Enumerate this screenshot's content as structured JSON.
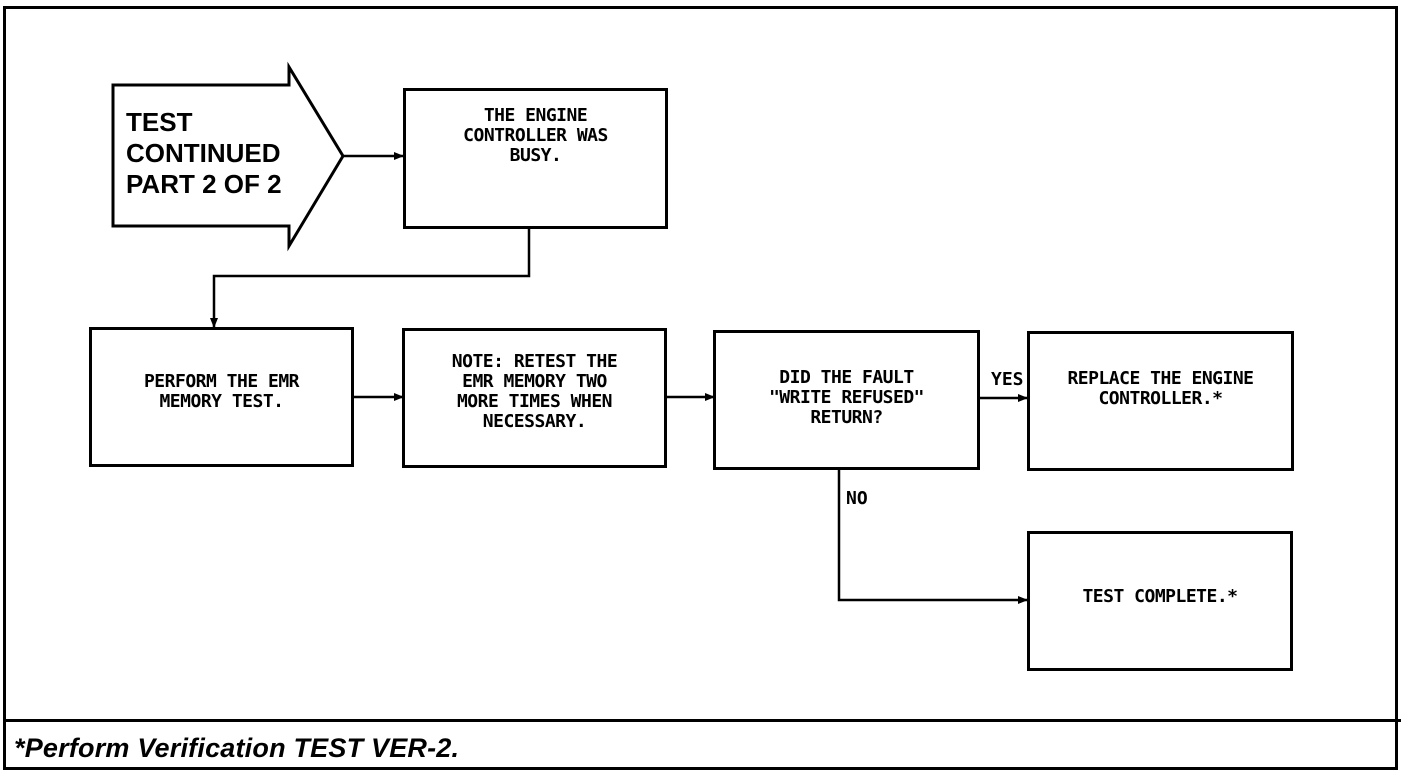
{
  "diagram": {
    "start_marker": {
      "label": "TEST\nCONTINUED\nPART 2 OF 2"
    },
    "nodes": {
      "controller_busy": "THE ENGINE\nCONTROLLER WAS\nBUSY.",
      "perform_emr_test": "PERFORM THE EMR\nMEMORY TEST.",
      "note_retest": "NOTE: RETEST THE\nEMR MEMORY TWO\nMORE TIMES WHEN\nNECESSARY.",
      "fault_question": "DID THE FAULT\n\"WRITE REFUSED\"\nRETURN?",
      "replace_controller": "REPLACE THE ENGINE\nCONTROLLER.*",
      "test_complete": "TEST COMPLETE.*"
    },
    "branch_labels": {
      "yes": "YES",
      "no": "NO"
    },
    "footnote": "*Perform Verification TEST VER-2."
  }
}
